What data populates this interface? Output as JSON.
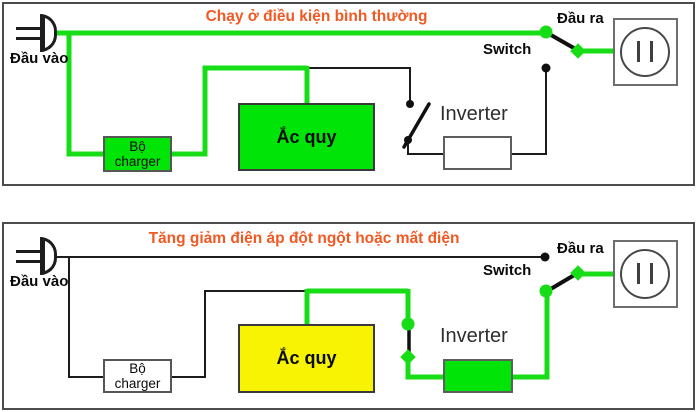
{
  "colors": {
    "wire-green": "#17dd17",
    "fill-green": "#00e407",
    "battery-yellow": "#f7f303",
    "title-orange": "#f25822",
    "wire-black": "#1c1c1c",
    "panel-border": "#4c4c4c"
  },
  "panels": [
    {
      "title": "Chạy ở điều kiện bình thường",
      "labels": {
        "input": "Đầu vào",
        "output": "Đầu ra",
        "switch_label": "Switch",
        "charger": "Bộ charger",
        "battery": "Ắc quy",
        "inverter": "Inverter"
      },
      "state": {
        "charger_fill": "green",
        "battery_fill": "green",
        "inverter_fill": "white",
        "battery_switch": "open",
        "main_switch": "output connected to AC line",
        "energized_path": "AC input → Switch → Đầu ra; AC input → Bộ charger → Ắc quy"
      }
    },
    {
      "title": "Tăng giảm điện áp đột ngột hoặc mất điện",
      "labels": {
        "input": "Đầu vào",
        "output": "Đầu ra",
        "switch_label": "Switch",
        "charger": "Bộ charger",
        "battery": "Ắc quy",
        "inverter": "Inverter"
      },
      "state": {
        "charger_fill": "white",
        "battery_fill": "yellow",
        "inverter_fill": "green",
        "battery_switch": "closed",
        "main_switch": "output connected to inverter",
        "energized_path": "Ắc quy → Inverter → Switch → Đầu ra"
      }
    }
  ]
}
